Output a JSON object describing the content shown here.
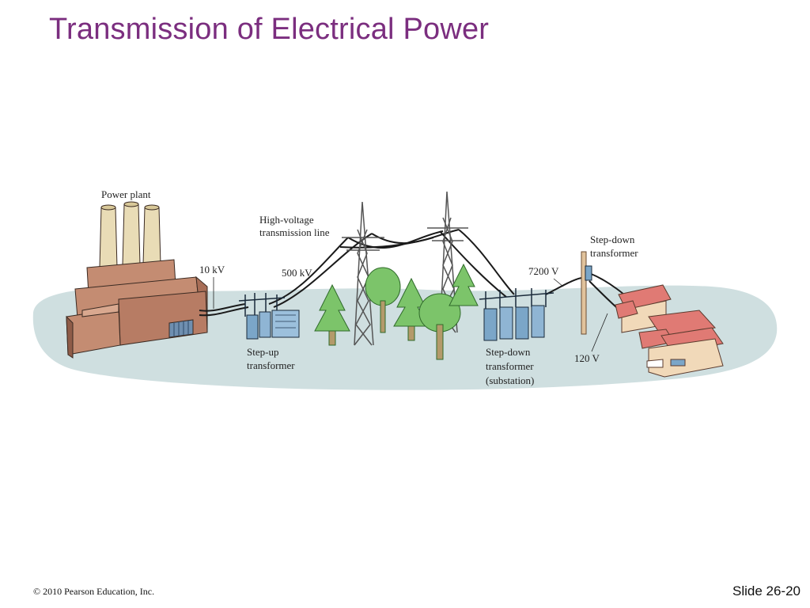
{
  "slide": {
    "title": "Transmission of Electrical Power",
    "copyright": "© 2010 Pearson Education, Inc.",
    "slide_number": "Slide 26-20"
  },
  "diagram": {
    "labels": {
      "power_plant": "Power plant",
      "plant_voltage": "10 kV",
      "hv_line_1": "High-voltage",
      "hv_line_2": "transmission line",
      "line_voltage": "500 kV",
      "step_up_1": "Step-up",
      "step_up_2": "transformer",
      "substation_voltage": "7200 V",
      "step_down_1": "Step-down",
      "step_down_2": "transformer",
      "step_down_3": "(substation)",
      "pole_tf_1": "Step-down",
      "pole_tf_2": "transformer",
      "house_voltage": "120 V"
    },
    "colors": {
      "title": "#7b2e7f",
      "ground": "#cfdfe0",
      "brick": "#c48c72",
      "roof": "#e07a74",
      "tree": "#7cc46a",
      "transformer": "#7ba6c8",
      "wire": "#1a1a1a"
    }
  }
}
